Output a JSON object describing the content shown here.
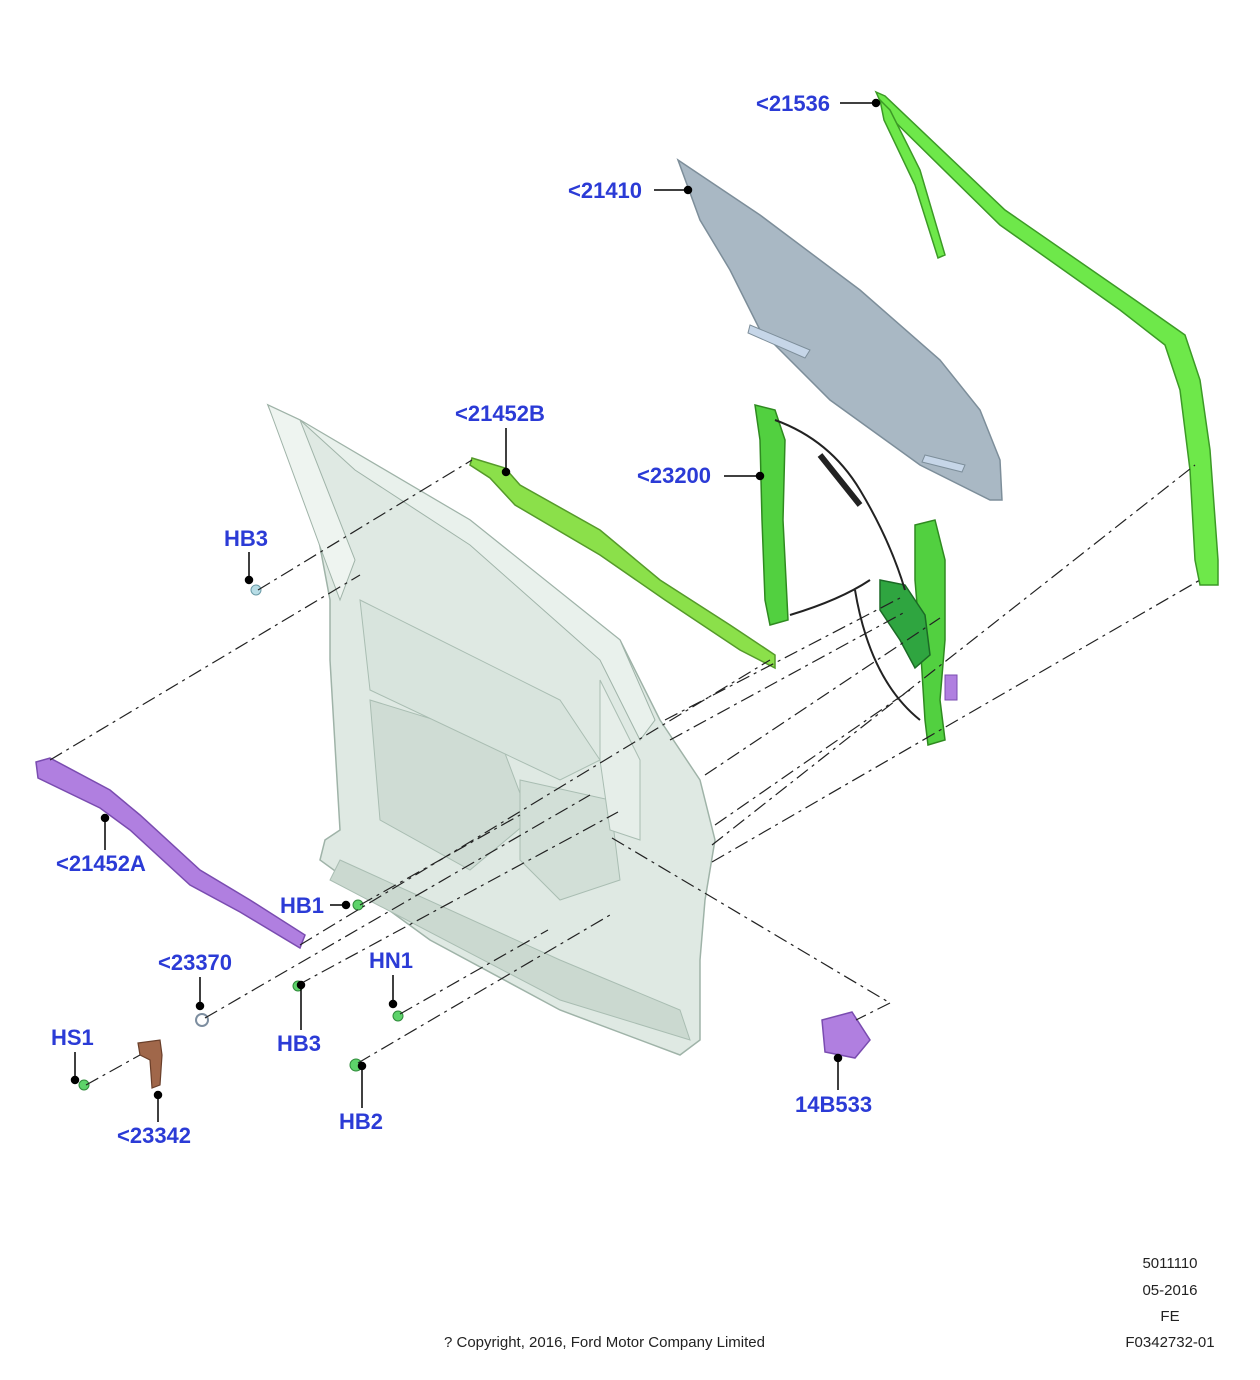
{
  "callouts": {
    "c21536": "<21536",
    "c21410": "<21410",
    "c21452b": "<21452B",
    "c23200": "<23200",
    "hb3_top": "HB3",
    "c21452a": "<21452A",
    "hb1": "HB1",
    "c23370": "<23370",
    "hn1": "HN1",
    "hs1": "HS1",
    "hb3_bottom": "HB3",
    "hb2": "HB2",
    "c23342": "<23342",
    "c14b533": "14B533"
  },
  "footer": {
    "copyright": "? Copyright, 2016, Ford Motor Company Limited",
    "code_number": "5011110",
    "code_date": "05-2016",
    "code_region": "FE",
    "code_figure": "F0342732-01"
  },
  "colors": {
    "callout_text": "#2b3bd6",
    "part_green": "#6ee84a",
    "part_purple": "#b07fe0",
    "door_panel": "#dfe9e3",
    "glass": "#a9b8c4",
    "bracket_brown": "#a0674a"
  }
}
